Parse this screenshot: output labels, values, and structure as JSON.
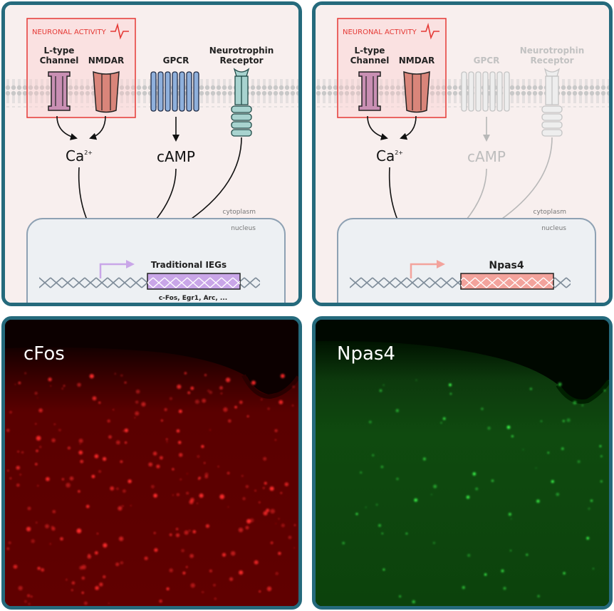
{
  "left_diagram": {
    "activity_label": "NEURONAL ACTIVITY",
    "ltype_line1": "L-type",
    "ltype_line2": "Channel",
    "nmdar": "NMDAR",
    "gpcr": "GPCR",
    "neuro_line1": "Neurotrophin",
    "neuro_line2": "Receptor",
    "ca": "Ca",
    "ca_sup": "2+",
    "camp": "cAMP",
    "cytoplasm": "cytoplasm",
    "nucleus": "nucleus",
    "gene_label": "Traditional IEGs",
    "gene_examples": "c-Fos, Egr1, Arc, ..."
  },
  "right_diagram": {
    "activity_label": "NEURONAL ACTIVITY",
    "ltype_line1": "L-type",
    "ltype_line2": "Channel",
    "nmdar": "NMDAR",
    "gpcr": "GPCR",
    "neuro_line1": "Neurotrophin",
    "neuro_line2": "Receptor",
    "ca": "Ca",
    "ca_sup": "2+",
    "camp": "cAMP",
    "cytoplasm": "cytoplasm",
    "nucleus": "nucleus",
    "gene_label": "Npas4"
  },
  "micrographs": {
    "left_label": "cFos",
    "right_label": "Npas4"
  },
  "colors": {
    "frame": "#256a7c",
    "activity_red": "#e53935",
    "ltype": "#c98fb3",
    "nmdar": "#d9857a",
    "gpcr": "#8fb0dc",
    "neurotrophin": "#a8d3cf",
    "ieg_box": "#c9a6e8",
    "npas4_box": "#f3a39c",
    "cfos_signal": "#ff1a1a",
    "npas4_signal": "#2eff3a"
  }
}
